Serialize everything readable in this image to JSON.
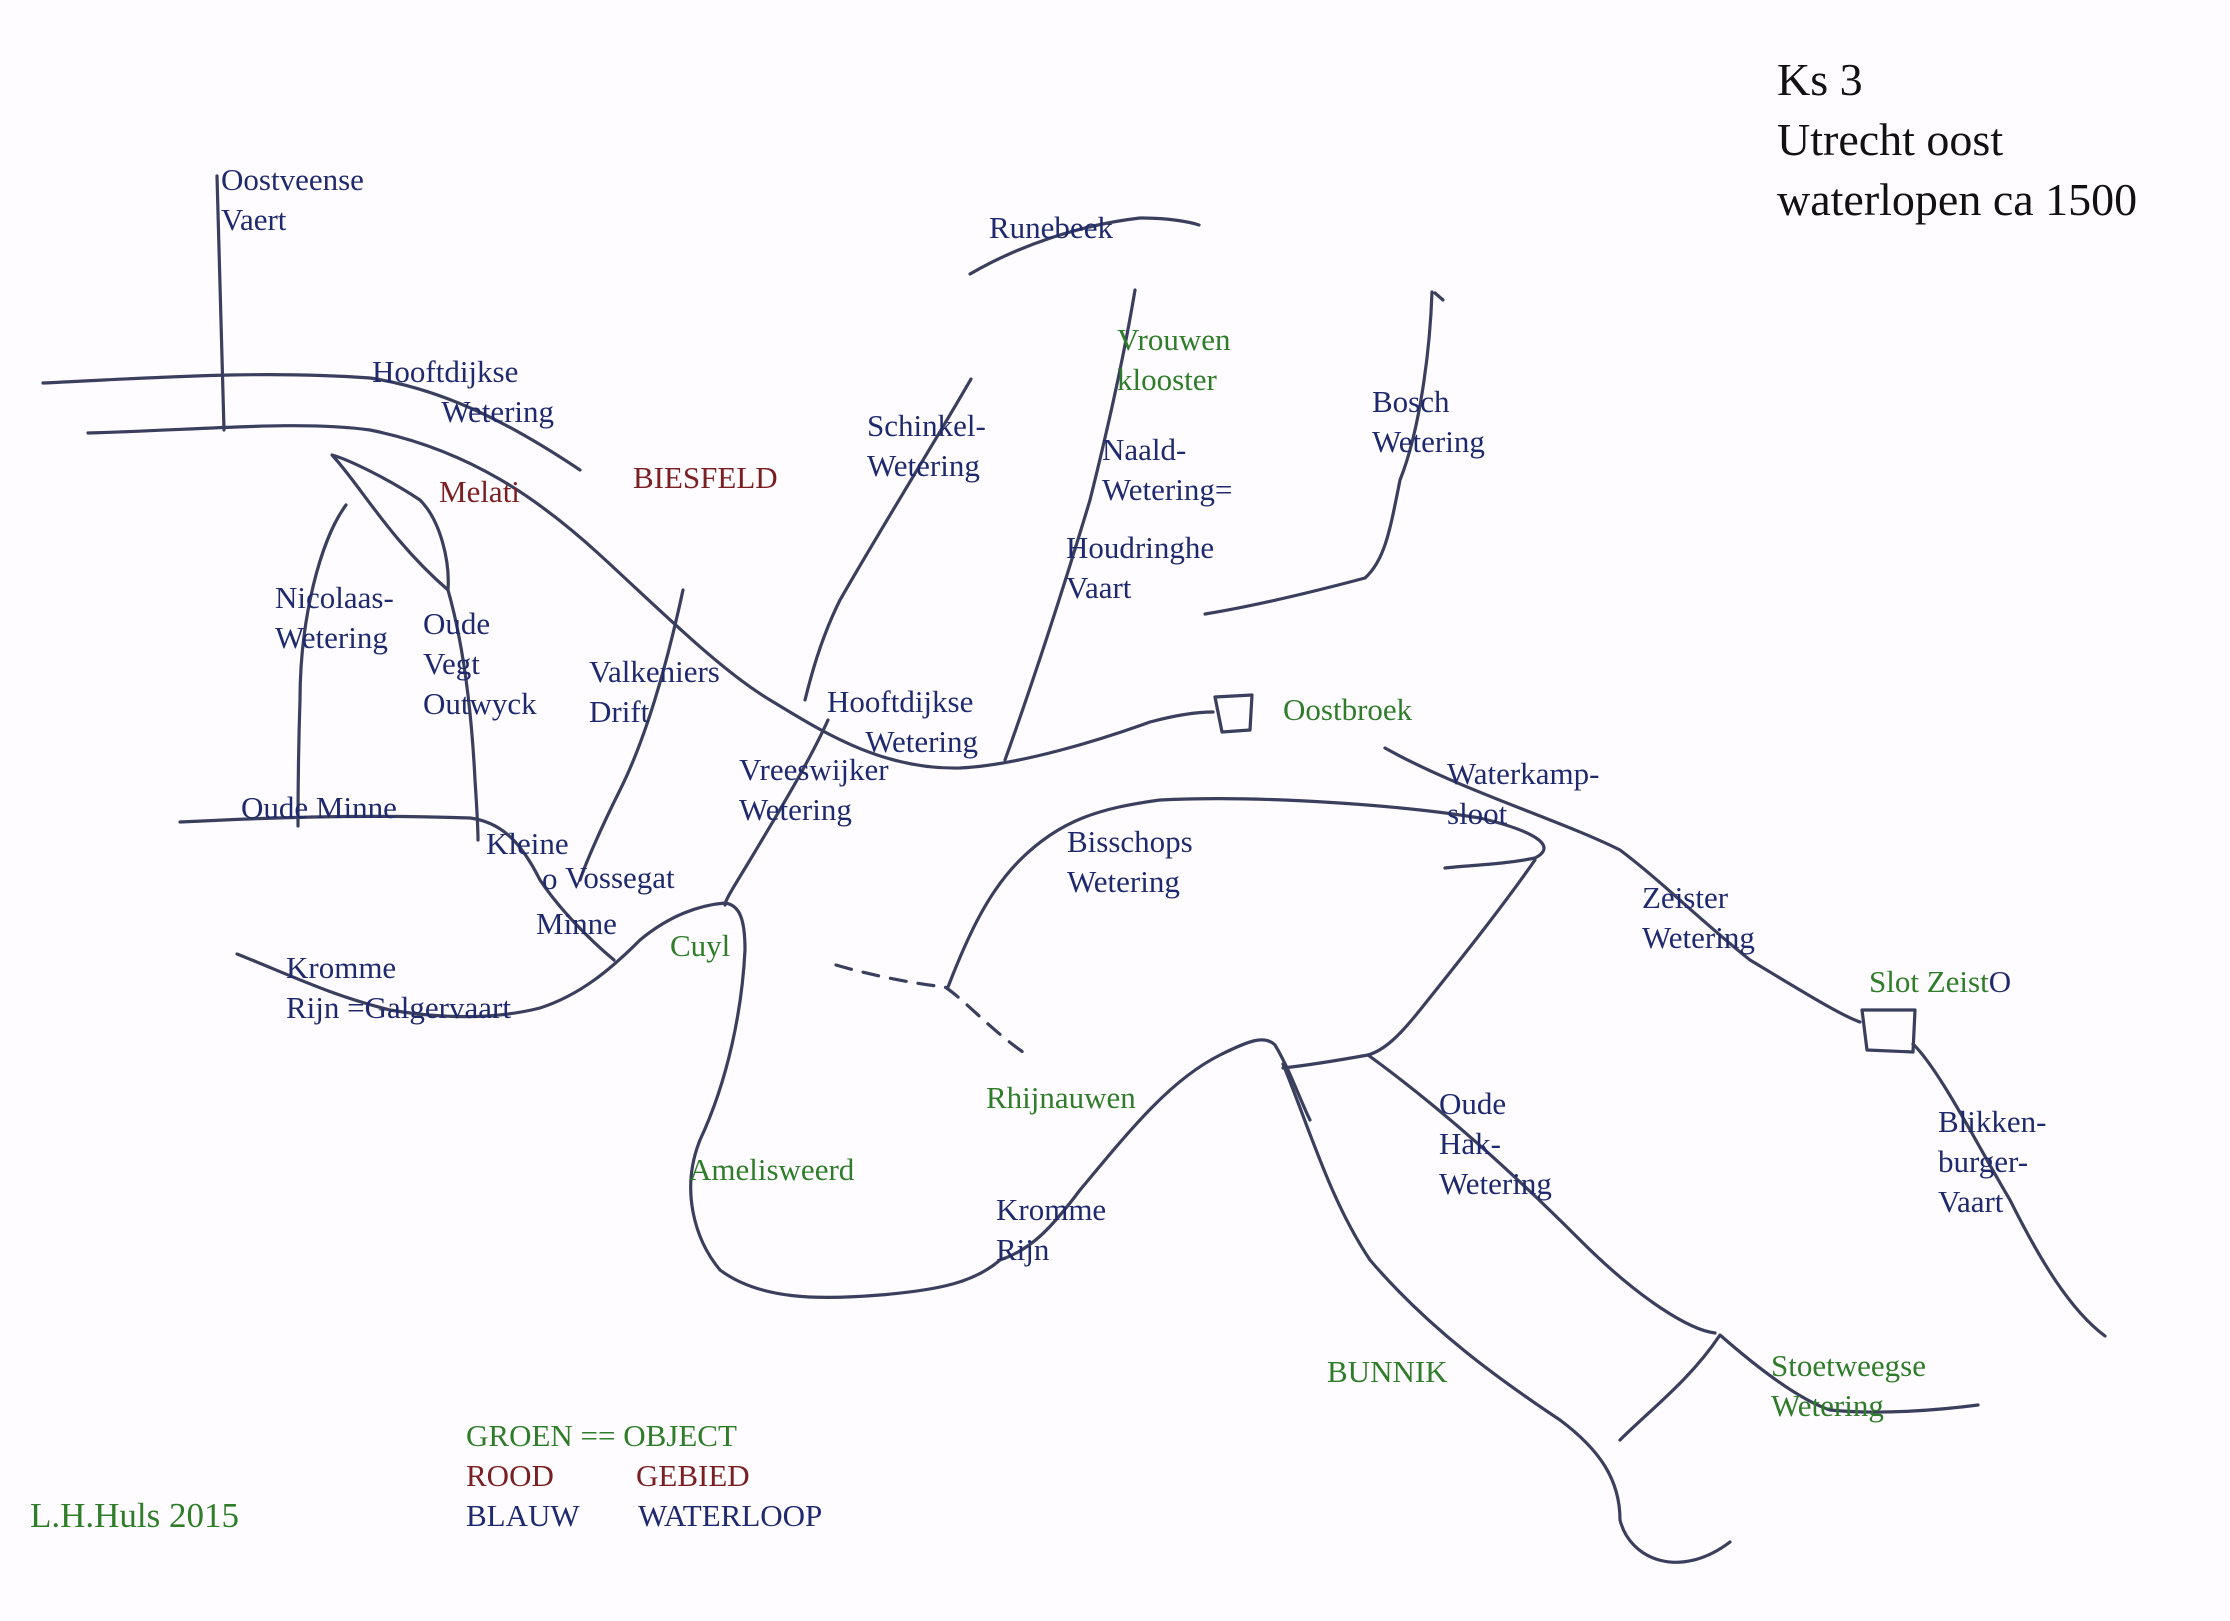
{
  "title": {
    "line1": "Ks 3",
    "line2": "Utrecht oost",
    "line3": "waterlopen ca 1500"
  },
  "colors": {
    "waterloop": "#1f2a6e",
    "object": "#2f7d2a",
    "gebied": "#7a1f22",
    "line": "#3a3f5e"
  },
  "labels": {
    "oostveense": "Oostveense\nVaert",
    "runebeek": "Runebeek",
    "hooftdijkse1": "Hooftdijkse\n         Wetering",
    "vrouwenklooster": "Vrouwen\nklooster",
    "schinkel": "Schinkel-\nWetering",
    "naald": "Naald-\nWetering=",
    "bosch": "Bosch\nWetering",
    "melati": "Melati",
    "biesfeld": "BIESFELD",
    "houdringhe": "Houdringhe\nVaart",
    "nicolaas": "Nicolaas-\nWetering",
    "oudevegt": "Oude\nVegt\nOutwyck",
    "valkeniers": "Valkeniers\nDrift",
    "hooftdijkse2": "Hooftdijkse\n     Wetering",
    "oostbroek": "Oostbroek",
    "vreeswijker": "Vreeswijker\nWetering",
    "waterkamp": "Waterkamp-\nsloot",
    "oudeminne": "Oude Minne",
    "kleine": "Kleine",
    "vossegat": "Vossegat",
    "minne": "Minne",
    "o_mark": "o",
    "bisschops": "Bisschops\nWetering",
    "zeister": "Zeister\nWetering",
    "cuyl": "Cuyl",
    "kromme1": "Kromme\nRijn =Galgervaart",
    "slotzeist": "Slot Zeist",
    "slotzeist_o": "O",
    "rhijnauwen": "Rhijnauwen",
    "oudehak": "Oude\nHak-\nWetering",
    "blikken": "Blikken-\nburger-\nVaart",
    "amelisweerd": "Amelisweerd",
    "kromme2": "Kromme\nRijn",
    "bunnik": "BUNNIK",
    "stoetweegse": "Stoetweegse\nWetering"
  },
  "legend": {
    "groen": "GROEN == OBJECT",
    "rood": "ROOD",
    "gebied": "GEBIED",
    "blauw": "BLAUW",
    "waterloop": "WATERLOOP"
  },
  "credit": "L.H.Huls 2015"
}
